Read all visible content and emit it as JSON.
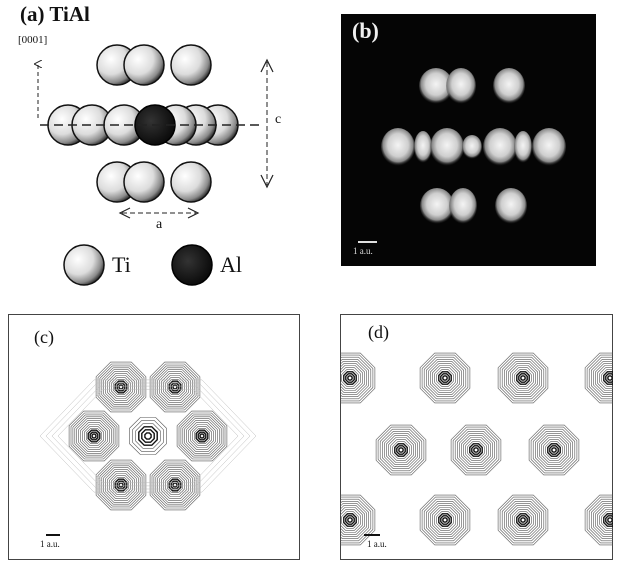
{
  "panel_a": {
    "label": "(a)",
    "compound": "TiAl",
    "direction": "[0001]",
    "lattice_c": "c",
    "lattice_a": "a",
    "legend": [
      {
        "symbol": "Ti",
        "color": "#dddddd"
      },
      {
        "symbol": "Al",
        "color": "#0a0a0a"
      }
    ]
  },
  "panel_b": {
    "label": "(b)",
    "scale_bar": "1 a.u."
  },
  "panel_c": {
    "label": "(c)",
    "scale_bar": "1 a.u."
  },
  "panel_d": {
    "label": "(d)",
    "scale_bar": "1 a.u."
  }
}
